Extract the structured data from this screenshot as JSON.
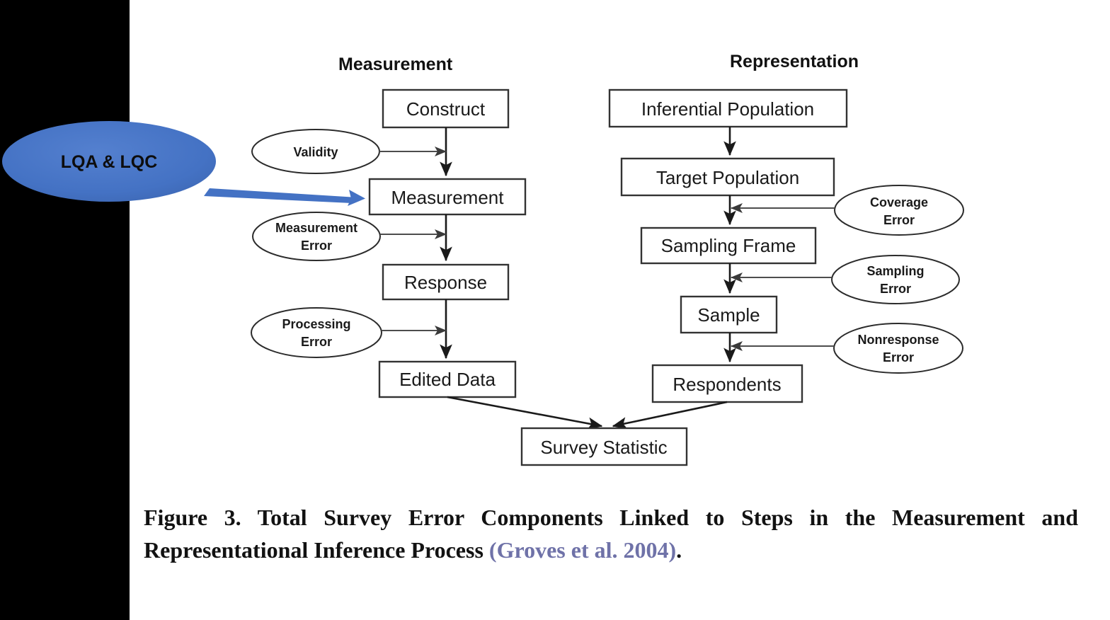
{
  "figure": {
    "headings": {
      "measurement": "Measurement",
      "representation": "Representation"
    },
    "callout": {
      "label": "LQA & LQC",
      "fill_color": "#4472C4",
      "arrow_color": "#4472C4"
    },
    "measurement_column": {
      "nodes": [
        {
          "id": "construct",
          "label": "Construct"
        },
        {
          "id": "measurement",
          "label": "Measurement"
        },
        {
          "id": "response",
          "label": "Response"
        },
        {
          "id": "edited-data",
          "label": "Edited Data"
        }
      ],
      "error_sources": [
        {
          "id": "validity",
          "line1": "Validity",
          "line2": ""
        },
        {
          "id": "measurement-error",
          "line1": "Measurement",
          "line2": "Error"
        },
        {
          "id": "processing-error",
          "line1": "Processing",
          "line2": "Error"
        }
      ]
    },
    "representation_column": {
      "nodes": [
        {
          "id": "inferential-population",
          "label": "Inferential Population"
        },
        {
          "id": "target-population",
          "label": "Target Population"
        },
        {
          "id": "sampling-frame",
          "label": "Sampling Frame"
        },
        {
          "id": "sample",
          "label": "Sample"
        },
        {
          "id": "respondents",
          "label": "Respondents"
        }
      ],
      "error_sources": [
        {
          "id": "coverage-error",
          "line1": "Coverage",
          "line2": "Error"
        },
        {
          "id": "sampling-error",
          "line1": "Sampling",
          "line2": "Error"
        },
        {
          "id": "nonresponse-error",
          "line1": "Nonresponse",
          "line2": "Error"
        }
      ]
    },
    "terminal_node": {
      "id": "survey-statistic",
      "label": "Survey Statistic"
    }
  },
  "caption": {
    "main": "Figure 3. Total Survey Error Components Linked to Steps in the Measurement and Representational Inference Process ",
    "citation": "(Groves et al. 2004)",
    "period": ".",
    "citation_color": "#6F72A8"
  }
}
